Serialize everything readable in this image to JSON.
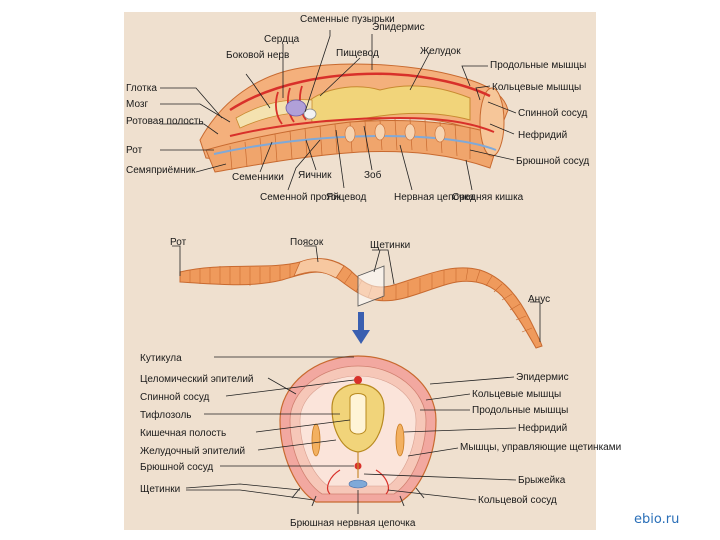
{
  "labels": {
    "seminal_vesicles": "Семенные пузырьки",
    "epidermis_top": "Эпидермис",
    "hearts": "Сердца",
    "lateral_nerve": "Боковой нерв",
    "esophagus": "Пищевод",
    "stomach": "Желудок",
    "longitudinal_muscles_top": "Продольные мышцы",
    "circular_muscles_top": "Кольцевые мышцы",
    "dorsal_vessel_top": "Спинной сосуд",
    "nephridium_top": "Нефридий",
    "ventral_vessel_top": "Брюшной сосуд",
    "pharynx": "Глотка",
    "brain": "Мозг",
    "oral_cavity": "Ротовая полость",
    "mouth_top": "Рот",
    "seminal_receptacle": "Семяприёмник",
    "testes": "Семенники",
    "ovary": "Яичник",
    "goiter": "Зоб",
    "vas_deferens": "Семенной проток",
    "oviduct": "Яйцевод",
    "nerve_cord": "Нервная цепочка",
    "midgut": "Средняя кишка",
    "mouth_worm": "Рот",
    "girdle": "Поясок",
    "setae_worm": "Щетинки",
    "anus": "Анус",
    "cuticle": "Кутикула",
    "coelomic_epithelium": "Целомический эпителий",
    "dorsal_vessel_cs": "Спинной сосуд",
    "typhlosole": "Тифлозоль",
    "gut_cavity": "Кишечная полость",
    "gut_epithelium": "Желудочный эпителий",
    "ventral_vessel_cs": "Брюшной сосуд",
    "setae_cs": "Щетинки",
    "epidermis_cs": "Эпидермис",
    "circular_muscles_cs": "Кольцевые мышцы",
    "longitudinal_muscles_cs": "Продольные мышцы",
    "nephridium_cs": "Нефридий",
    "setae_muscles": "Мышцы, управляющие щетинками",
    "mesentery": "Брыжейка",
    "annular_vessel": "Кольцевой сосуд",
    "ventral_nerve_cord": "Брюшная нервная цепочка"
  },
  "watermark": "ebio.ru",
  "colors": {
    "panel_bg": "#efe0cf",
    "body_orange": "#ef9a5c",
    "body_light": "#f7c8a0",
    "segment_line": "#c86a30",
    "gut_yellow": "#f1d47a",
    "vessel_red": "#d8302a",
    "nerve_blue": "#7fa9d8",
    "arrow_blue": "#3a5fb0",
    "watermark": "#2a6fb8"
  }
}
